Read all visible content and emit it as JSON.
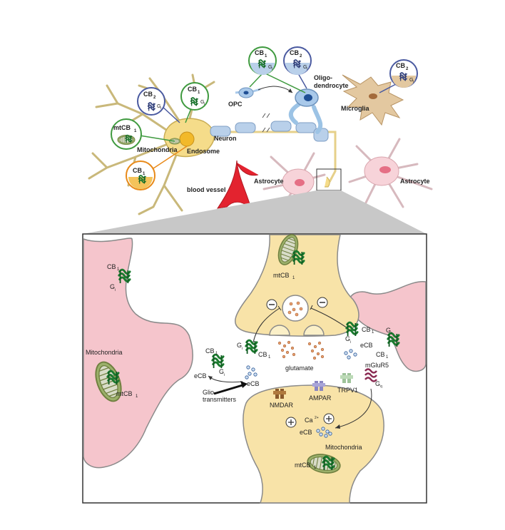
{
  "top": {
    "neuron": "Neuron",
    "endosome": "Endosome",
    "mitochondria": "Mitochondria",
    "blood_vessel": "blood vessel",
    "opc": "OPC",
    "oligo_1": "Oligo-",
    "oligo_2": "dendrocyte",
    "microglia": "Microglia",
    "astrocyte_left": "Astrocyte",
    "astrocyte_right": "Astrocyte",
    "cb1": "CB",
    "cb2": "CB",
    "mtcb1": "mtCB",
    "sub1": "1",
    "sub2": "2",
    "gi": "G",
    "gi_sub": "i"
  },
  "zoom": {
    "astro_cb1": "CB",
    "astro_g": "G",
    "astro_mito": "Mitochondria",
    "astro_mtcb1": "mtCB",
    "astro_cb1_b": "CB",
    "astro_g_b": "G",
    "ecb_left": "eCB",
    "ecb_mid": "eCB",
    "glio_1": "Glio-",
    "glio_2": "transmitters",
    "pre_mtcb1": "mtCB",
    "pre_g": "G",
    "pre_cb1": "CB",
    "glutamate": "glutamate",
    "right_cb1": "CB",
    "right_g": "G",
    "right_ecb": "eCB",
    "far_g": "G",
    "far_cb1": "CB",
    "mglur5": "mGluR5",
    "gq": "G",
    "gq_sub": "q",
    "trpv1": "TRPV1",
    "ampar": "AMPAR",
    "nmdar": "NMDAR",
    "ca": "Ca",
    "ca_sup": "2+",
    "ecb_post": "eCB",
    "post_mito": "Mitochondria",
    "post_mtcb1": "mtCB"
  }
}
